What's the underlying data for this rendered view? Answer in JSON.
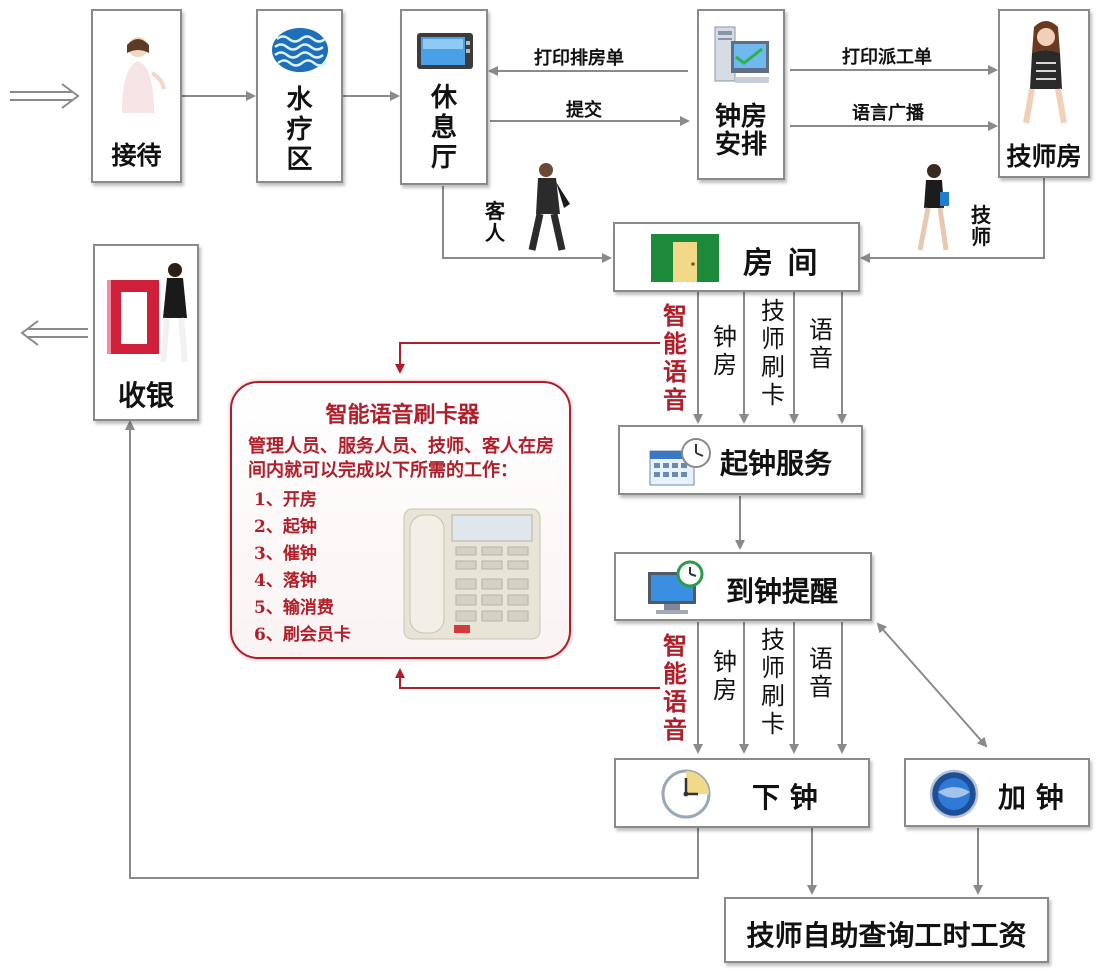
{
  "nodes": {
    "reception": "接待",
    "spa": [
      "水",
      "疗",
      "区"
    ],
    "lounge": [
      "休",
      "息",
      "厅"
    ],
    "bell_desk": [
      "钟房",
      "安排"
    ],
    "tech_room": "技师房",
    "room": "房 间",
    "cashier": "收银",
    "start_clock": "起钟服务",
    "due_alert": "到钟提醒",
    "end_clock": "下 钟",
    "add_clock": "加 钟",
    "self_query": "技师自助查询工时工资"
  },
  "edges": {
    "print_room_order": "打印排房单",
    "submit": "提交",
    "print_dispatch": "打印派工单",
    "voice_broadcast": "语言广播",
    "guest": [
      "客",
      "人"
    ],
    "technician": [
      "技",
      "师"
    ]
  },
  "channels": {
    "smart_voice": [
      "智",
      "能",
      "语",
      "音"
    ],
    "bell_room": [
      "钟",
      "房"
    ],
    "tech_swipe": [
      "技",
      "师",
      "刷",
      "卡"
    ],
    "voice": [
      "语",
      "音"
    ]
  },
  "card": {
    "title": "智能语音刷卡器",
    "description": "管理人员、服务人员、技师、客人在房间内就可以完成以下所需的工作：",
    "items": [
      "1、开房",
      "2、起钟",
      "3、催钟",
      "4、落钟",
      "5、输消费",
      "6、刷会员卡"
    ]
  },
  "colors": {
    "arrow": "#8a8a8a",
    "accent_red": "#b01e2a",
    "door_green": "#1c8a3a",
    "door_yellow": "#f2d98a"
  },
  "icons": [
    "person-icon",
    "water-icon",
    "monitor-icon",
    "computer-icon",
    "technician-icon",
    "walking-man-icon",
    "walking-woman-icon",
    "door-icon",
    "calendar-clock-icon",
    "alarm-monitor-icon",
    "clock-icon",
    "globe-icon",
    "cashier-figure-icon",
    "phone-icon"
  ]
}
